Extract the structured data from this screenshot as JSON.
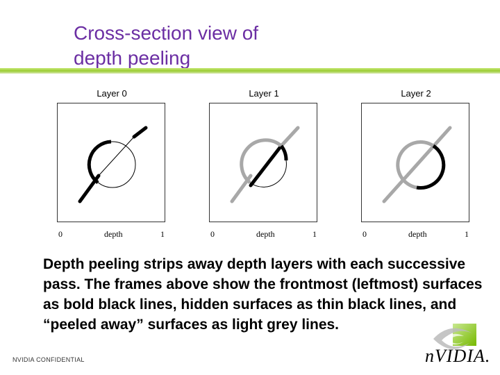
{
  "slide": {
    "title": "Cross-section view of\n depth peeling",
    "body": "Depth peeling strips away depth layers with each successive pass.  The frames above show the frontmost (leftmost) surfaces as bold black lines, hidden surfaces as thin black lines, and “peeled away” surfaces as light grey lines.",
    "footer": "NVIDIA CONFIDENTIAL",
    "logo_text": "nVIDIA."
  },
  "panels": [
    {
      "label": "Layer 0",
      "axis_min": "0",
      "axis_label": "depth",
      "axis_max": "1"
    },
    {
      "label": "Layer 1",
      "axis_min": "0",
      "axis_label": "depth",
      "axis_max": "1"
    },
    {
      "label": "Layer 2",
      "axis_min": "0",
      "axis_label": "depth",
      "axis_max": "1"
    }
  ],
  "colors": {
    "title": "#6b2ea3",
    "accent_bar": "#9acd32",
    "bold_line": "#000000",
    "thin_line": "#000000",
    "peeled_line": "#a8a8a8"
  }
}
